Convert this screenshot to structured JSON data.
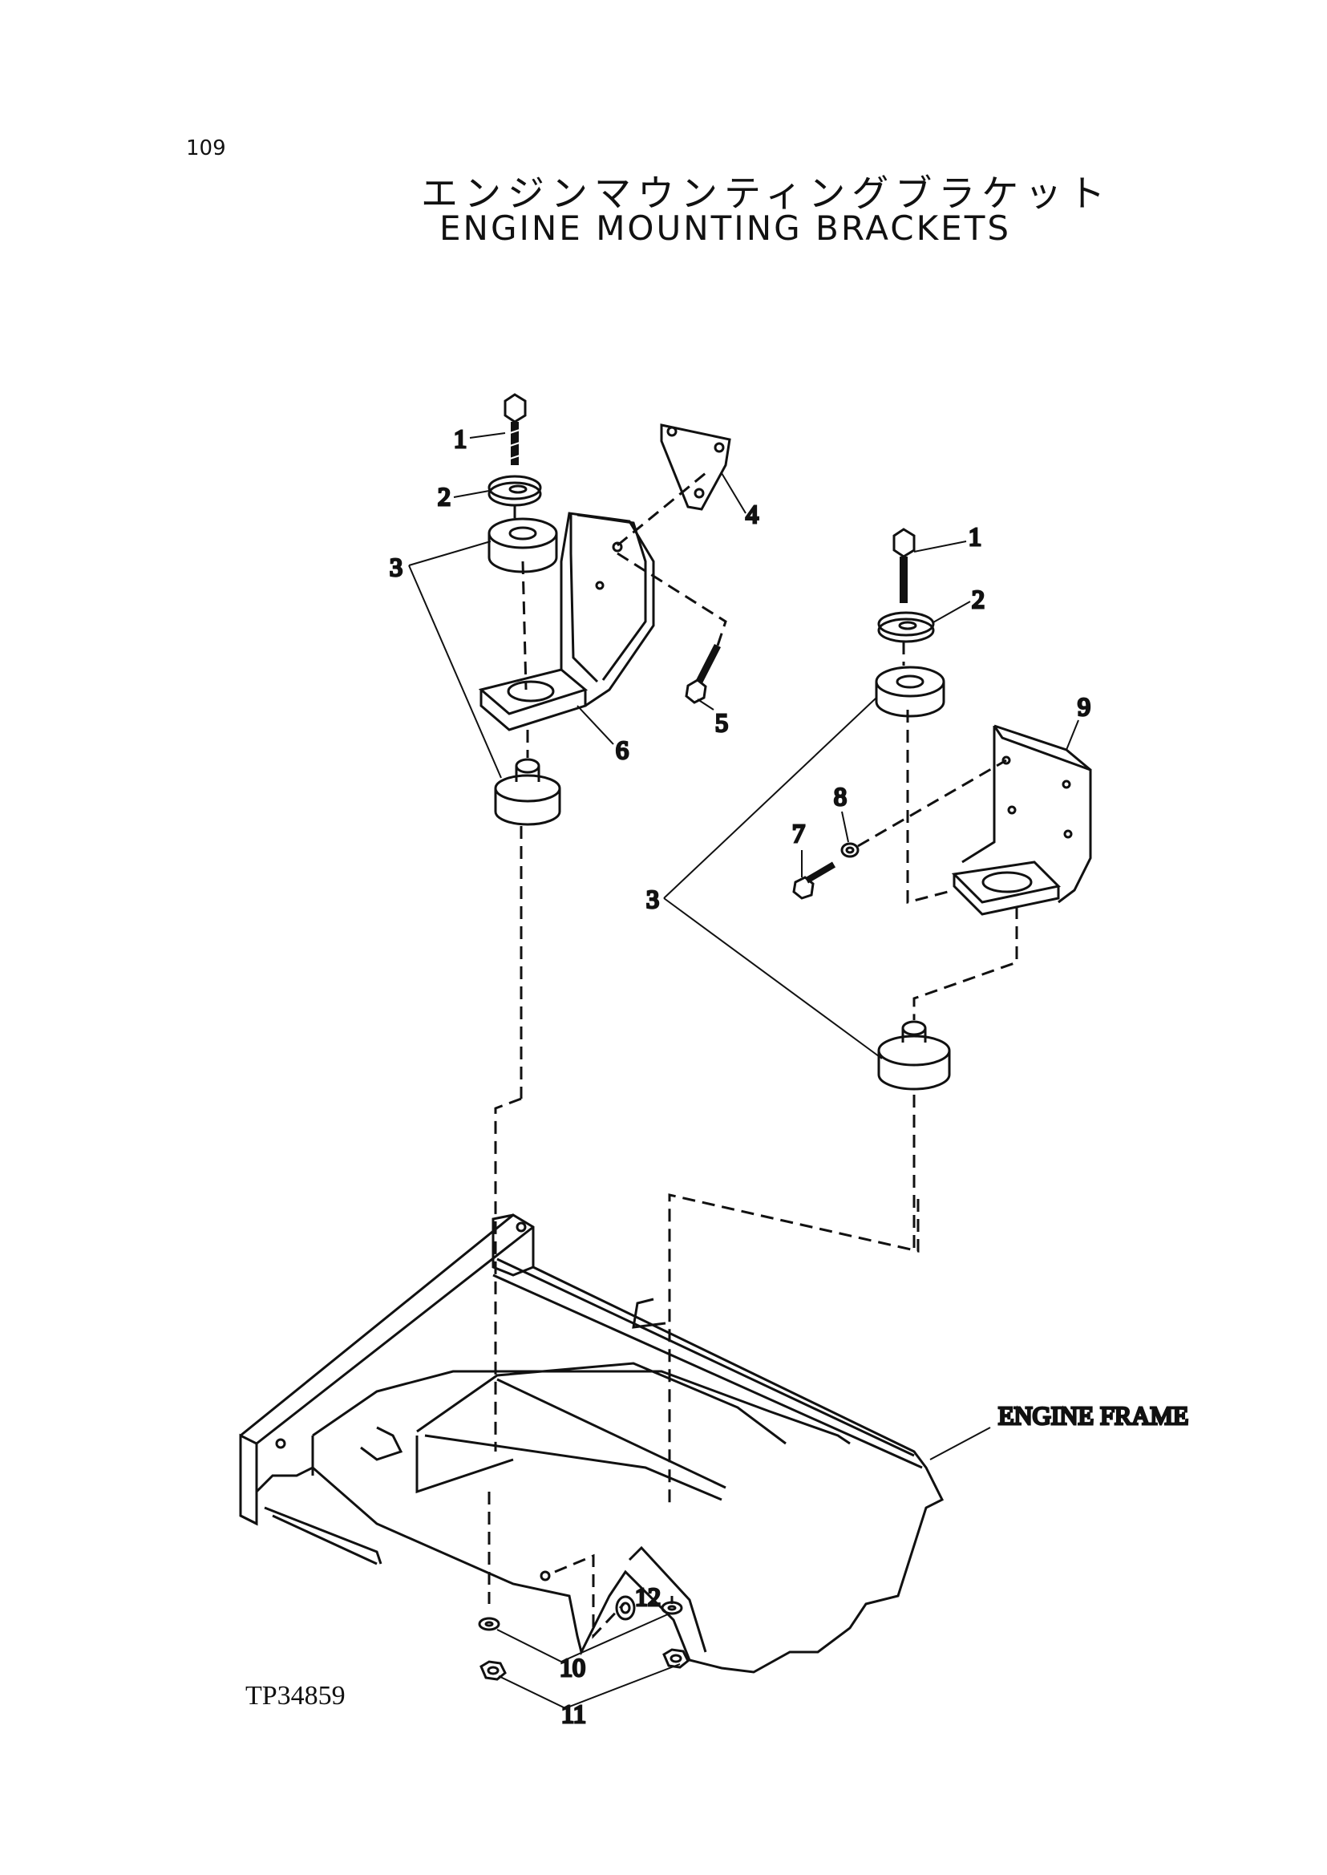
{
  "page": {
    "number": "109",
    "title_ja": "エンジンマウンティングブラケット",
    "title_en": "ENGINE MOUNTING BRACKETS",
    "drawing_code": "TP34859"
  },
  "callouts": {
    "c1a": "1",
    "c2a": "2",
    "c3a": "3",
    "c4": "4",
    "c5": "5",
    "c6": "6",
    "c1b": "1",
    "c2b": "2",
    "c3b": "3",
    "c7": "7",
    "c8": "8",
    "c9": "9",
    "c10": "10",
    "c11": "11",
    "c12": "12"
  },
  "labels": {
    "engine_frame": "ENGINE FRAME"
  }
}
